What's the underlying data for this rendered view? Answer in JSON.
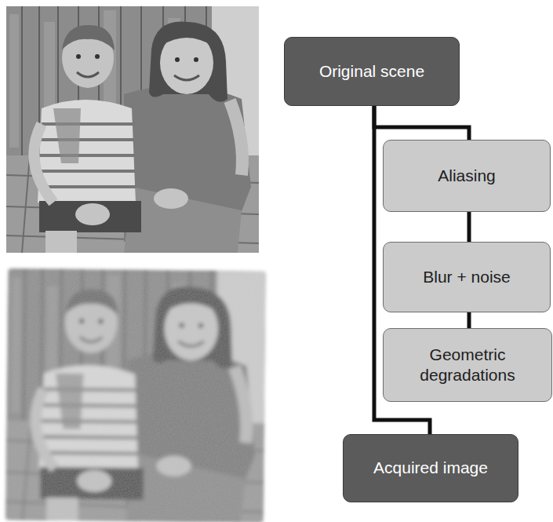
{
  "diagram": {
    "nodes": [
      {
        "text": [
          "Original scene"
        ]
      },
      {
        "text": [
          "Aliasing"
        ]
      },
      {
        "text": [
          "Blur + noise"
        ]
      },
      {
        "text": [
          "Geometric degradations"
        ]
      },
      {
        "text": [
          "Acquired image"
        ]
      }
    ],
    "edges": [
      {
        "from": 0,
        "to": 1,
        "arrow": "none"
      },
      {
        "from": 1,
        "to": 2,
        "arrow": "none"
      },
      {
        "from": 2,
        "to": 3,
        "arrow": "none"
      },
      {
        "from": 0,
        "to": 4,
        "arrow": "none"
      }
    ]
  }
}
